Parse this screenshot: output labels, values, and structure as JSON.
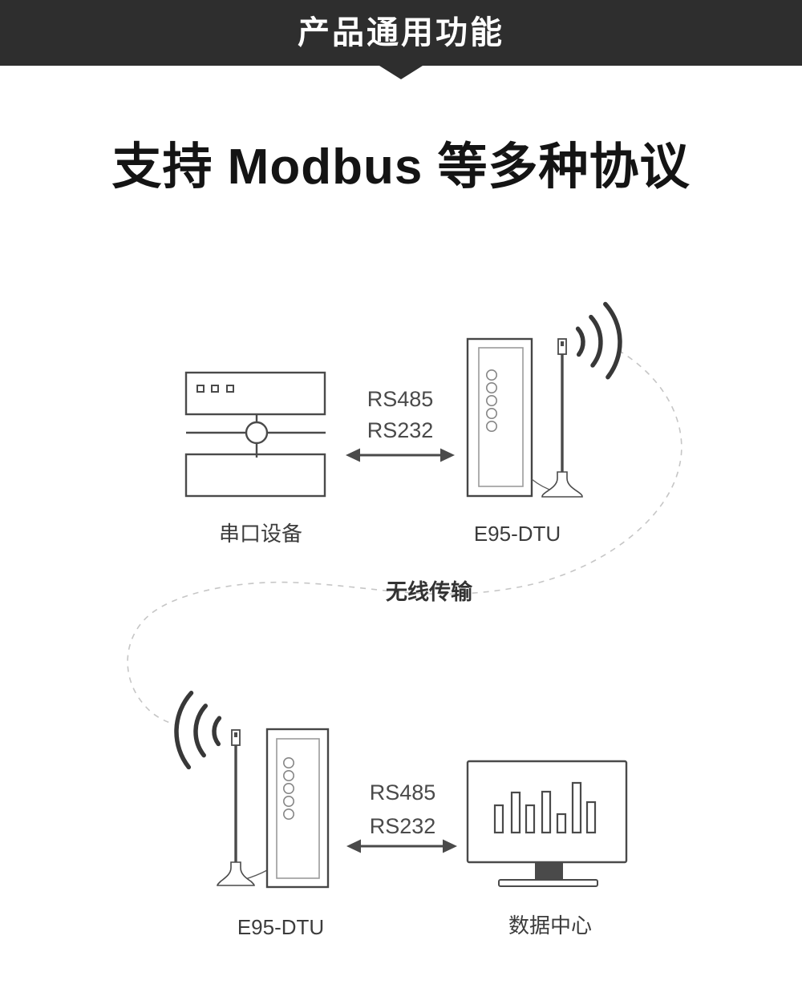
{
  "banner": {
    "title": "产品通用功能"
  },
  "heading": {
    "title": "支持 Modbus 等多种协议"
  },
  "diagram": {
    "serial_device": {
      "label": "串口设备"
    },
    "dtu_top": {
      "label": "E95-DTU"
    },
    "dtu_bottom": {
      "label": "E95-DTU"
    },
    "data_center": {
      "label": "数据中心"
    },
    "link_top": {
      "protocol1": "RS485",
      "protocol2": "RS232"
    },
    "link_bottom": {
      "protocol1": "RS485",
      "protocol2": "RS232"
    },
    "wireless": {
      "label": "无线传输"
    },
    "icons": {
      "serial_device": "serial-device-icon",
      "dtu_module": "dtu-module-icon",
      "antenna": "antenna-icon",
      "wireless_signal": "wireless-signal-icon",
      "double_arrow": "double-arrow-icon",
      "monitor": "data-center-monitor-icon",
      "wireless_link": "dashed-wireless-link"
    },
    "colors": {
      "banner_bg": "#2e2e2e",
      "line": "#4a4a4a",
      "inner_line": "#9b9b9b",
      "signal": "#383838",
      "dashed_link": "#c6c6c6",
      "label_text": "#3f3f3f",
      "heading_text": "#141414",
      "banner_text": "#ffffff"
    }
  }
}
